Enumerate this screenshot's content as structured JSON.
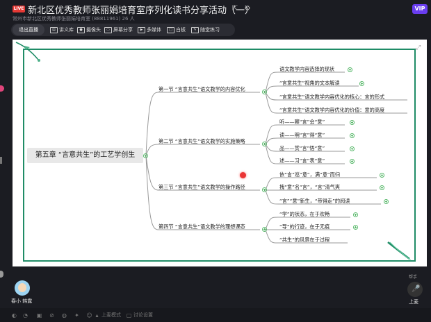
{
  "header": {
    "live_badge": "LIVE",
    "title": "新北区优秀教师张丽娟培育室序列化读书分享活动（一）",
    "subtitle": "常州市新北区优秀教师张丽娟培育室 (88811961)    26 人",
    "vip_badge": "VIP"
  },
  "toolbar": {
    "exit_label": "退出直播",
    "tools": [
      {
        "label": "讲义库",
        "icon": "handout-icon"
      },
      {
        "label": "摄像头",
        "icon": "camera-icon"
      },
      {
        "label": "屏幕分享",
        "icon": "screen-share-icon"
      },
      {
        "label": "多媒体",
        "icon": "media-icon"
      },
      {
        "label": "白板",
        "icon": "whiteboard-icon"
      },
      {
        "label": "随堂练习",
        "icon": "quiz-icon"
      }
    ]
  },
  "mindmap": {
    "root": "第五章 “言意共生”的工艺学创生",
    "sections": [
      {
        "title": "第一节 “言意共生”语文教学的内容优化",
        "children": [
          "语文教学内容选择的现状",
          "“言意共生”视角的文本解读",
          "“言意共生”语文教学内容优化的核心：言的形式",
          "“言意共生”语文教学内容优化的价值：意的高度"
        ]
      },
      {
        "title": "第二节 “言意共生”语文教学的实施策略",
        "children": [
          "听——察“言”会“意”",
          "读——明“言”得“意”",
          "品——赏“言”悟“意”",
          "述——习“言”表“意”"
        ]
      },
      {
        "title": "第三节 “言意共生”语文教学的操作路径",
        "children": [
          "依“言”巡“意”，满“意”而归",
          "拽“意”名“言”，“言”清气爽",
          "“言”“意”新生，“带得走”的阅读"
        ]
      },
      {
        "title": "第四节 “言意共生”语文教学的理想课态",
        "children": [
          "“学”的状态，在于欢畅",
          "“导”的行迹，在于无痕",
          "“共生”的风景在于过程"
        ]
      }
    ]
  },
  "user": {
    "name": "春小 韩露"
  },
  "mic": {
    "label": "上麦",
    "helper": "帮手"
  },
  "bottom": {
    "mic_mode": "上麦模式",
    "comment_settings": "讨论设置"
  },
  "colors": {
    "accent_green": "#1f8c66",
    "live_red": "#e53935",
    "vip_purple": "#6a3df0"
  }
}
